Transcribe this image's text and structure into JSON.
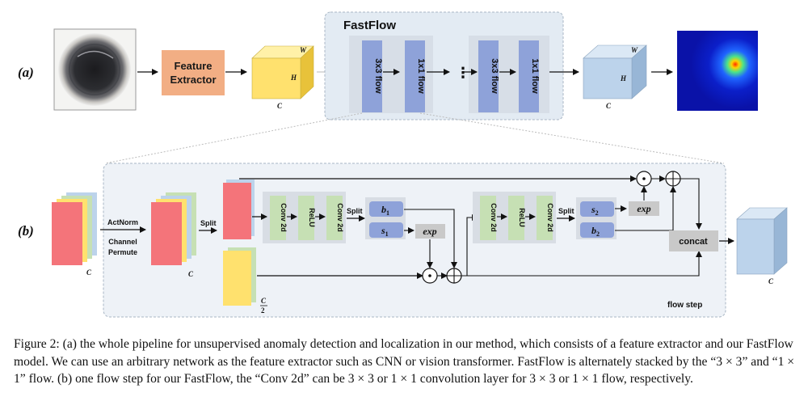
{
  "panel_a": {
    "label": "(a)",
    "feature_extractor_line1": "Feature",
    "feature_extractor_line2": "Extractor",
    "cube_in": {
      "w": "W",
      "h": "H",
      "c": "C"
    },
    "fastflow_title": "FastFlow",
    "flow_3x3": "3x3 flow",
    "flow_1x1": "1x1 flow",
    "ellipsis": "⋮",
    "cube_out": {
      "w": "W",
      "h": "H",
      "c": "C"
    }
  },
  "panel_b": {
    "label": "(b)",
    "actnorm": "ActNorm",
    "channel_line1": "Channel",
    "channel_line2": "Permute",
    "split": "Split",
    "c": "C",
    "c_half_num": "C",
    "c_half_den": "2",
    "conv": "Conv 2d",
    "relu": "ReLU",
    "b1": "b",
    "b1_sub": "1",
    "s1": "s",
    "s1_sub": "1",
    "s2": "s",
    "s2_sub": "2",
    "b2": "b",
    "b2_sub": "2",
    "exp": "exp",
    "odot": "⊙",
    "oplus": "⊕",
    "concat": "concat",
    "flow_step": "flow step"
  },
  "caption": "Figure 2: (a) the whole pipeline for unsupervised anomaly detection and localization in our method, which consists of a feature extractor and our FastFlow model. We can use an arbitrary network as the feature extractor such as CNN or vision transformer. FastFlow is alternately stacked by the “3 × 3” and “1 × 1” flow. (b) one flow step for our FastFlow, the “Conv 2d” can be 3 × 3 or 1 × 1 convolution layer for 3 × 3 or 1 × 1 flow, respectively.",
  "colors": {
    "feature_extractor": "#f2ae84",
    "yellow_cube": "#ffe16e",
    "flow_block": "#8ea2d9",
    "fastflow_bg": "#e3ebf3",
    "blue_cube": "#bcd3eb",
    "conv_green": "#c6e0b4",
    "concat_gray": "#c9c9c9",
    "red_layer": "#f4747a"
  }
}
